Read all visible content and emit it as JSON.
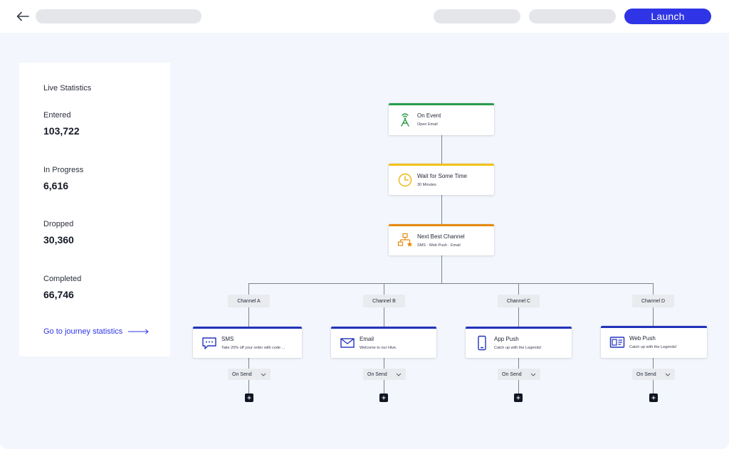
{
  "header": {
    "launch_label": "Launch"
  },
  "stats": {
    "heading": "Live Statistics",
    "items": [
      {
        "label": "Entered",
        "value": "103,722"
      },
      {
        "label": "In Progress",
        "value": "6,616"
      },
      {
        "label": "Dropped",
        "value": "30,360"
      },
      {
        "label": "Completed",
        "value": "66,746"
      }
    ],
    "link_label": "Go to journey statistics"
  },
  "flow": {
    "on_event": {
      "title": "On Event",
      "subtitle": "Open Email",
      "icon": "antenna-icon",
      "color": "#2a9d4b"
    },
    "wait": {
      "title": "Wait for Some Time",
      "subtitle": "30 Minutes",
      "icon": "clock-icon",
      "color": "#f2c21b"
    },
    "next_best": {
      "title": "Next Best Channel",
      "subtitle": "SMS · Web Push · Email",
      "icon": "hierarchy-star-icon",
      "color": "#e58a12"
    },
    "channels": [
      {
        "tag": "Channel A",
        "title": "SMS",
        "subtitle": "Take 20% off your order with code ...",
        "icon": "chat-icon",
        "on_send": "On Send"
      },
      {
        "tag": "Channel B",
        "title": "Email",
        "subtitle": "Welcome to our Hive.",
        "icon": "envelope-icon",
        "on_send": "On Send"
      },
      {
        "tag": "Channel C",
        "title": "App Push",
        "subtitle": "Catch up with the Legends!",
        "icon": "mobile-icon",
        "on_send": "On Send"
      },
      {
        "tag": "Channel D",
        "title": "Web Push",
        "subtitle": "Catch up with the Legends!",
        "icon": "browser-card-icon",
        "on_send": "On Send"
      }
    ],
    "channel_color": "#2233bb"
  },
  "colors": {
    "accent": "#2f35e6",
    "background": "#f3f6fc"
  }
}
